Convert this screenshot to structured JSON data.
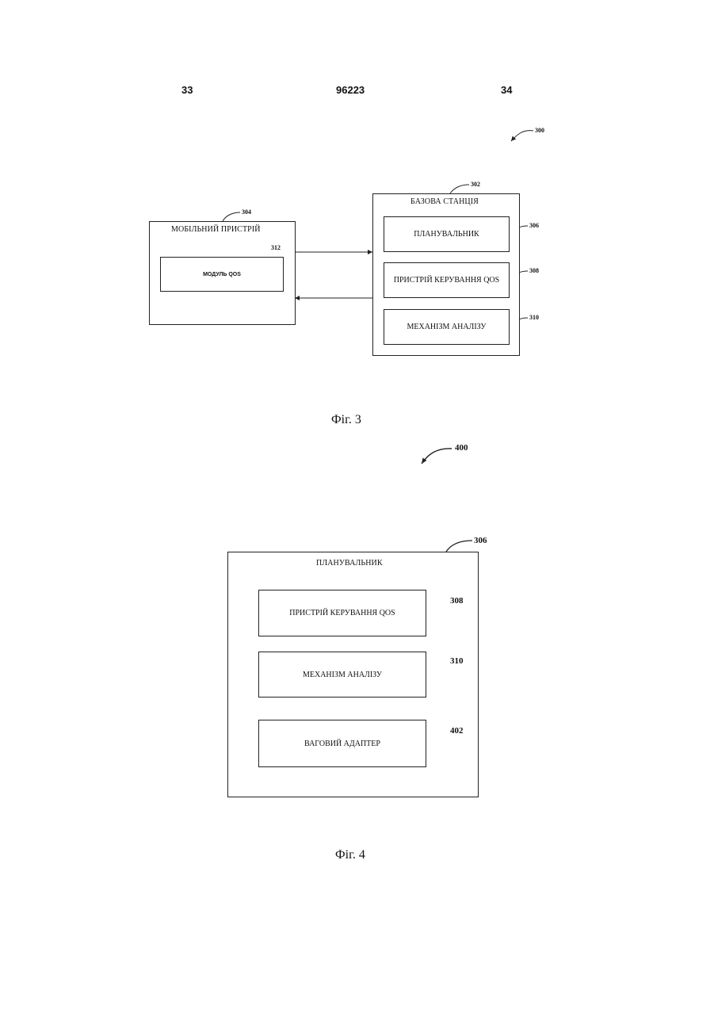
{
  "header": {
    "left_page": "33",
    "patent_number": "96223",
    "right_page": "34"
  },
  "fig3": {
    "ref_main": "300",
    "mobile_device": {
      "label": "МОБІЛЬНИЙ ПРИСТРІЙ",
      "ref": "304",
      "qos_module": {
        "label": "МОДУЛЬ QOS",
        "ref": "312"
      }
    },
    "base_station": {
      "label": "БАЗОВА СТАНЦІЯ",
      "ref": "302",
      "scheduler": {
        "label": "ПЛАНУВАЛЬНИК",
        "ref": "306"
      },
      "qos_controller": {
        "label": "ПРИСТРІЙ КЕРУВАННЯ QOS",
        "ref": "308"
      },
      "analysis_engine": {
        "label": "МЕХАНІЗМ АНАЛІЗУ",
        "ref": "310"
      }
    },
    "caption": "Фіг. 3"
  },
  "fig4": {
    "ref_main": "400",
    "scheduler": {
      "label": "ПЛАНУВАЛЬНИК",
      "ref": "306"
    },
    "qos_controller": {
      "label": "ПРИСТРІЙ КЕРУВАННЯ QOS",
      "ref": "308"
    },
    "analysis_engine": {
      "label": "МЕХАНІЗМ АНАЛІЗУ",
      "ref": "310"
    },
    "weight_adapter": {
      "label": "ВАГОВИЙ АДАПТЕР",
      "ref": "402"
    },
    "caption": "Фіг. 4"
  }
}
